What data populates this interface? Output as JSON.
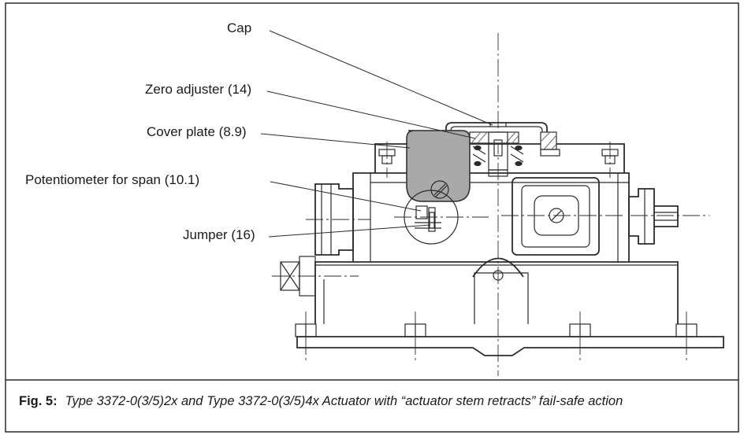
{
  "labels": {
    "cap": "Cap",
    "zero_adjuster": "Zero adjuster (14)",
    "cover_plate": "Cover plate (8.9)",
    "potentiometer": "Potentiometer for span (10.1)",
    "jumper": "Jumper (16)"
  },
  "caption": {
    "fig": "Fig. 5:",
    "text": "Type 3372-0(3/5)2x and Type 3372-0(3/5)4x Actuator with “actuator stem retracts” fail-safe action"
  },
  "colors": {
    "line": "#2b2b2b",
    "cover_plate_fill": "#a9a9a9",
    "hatch": "#6e6e6e"
  }
}
